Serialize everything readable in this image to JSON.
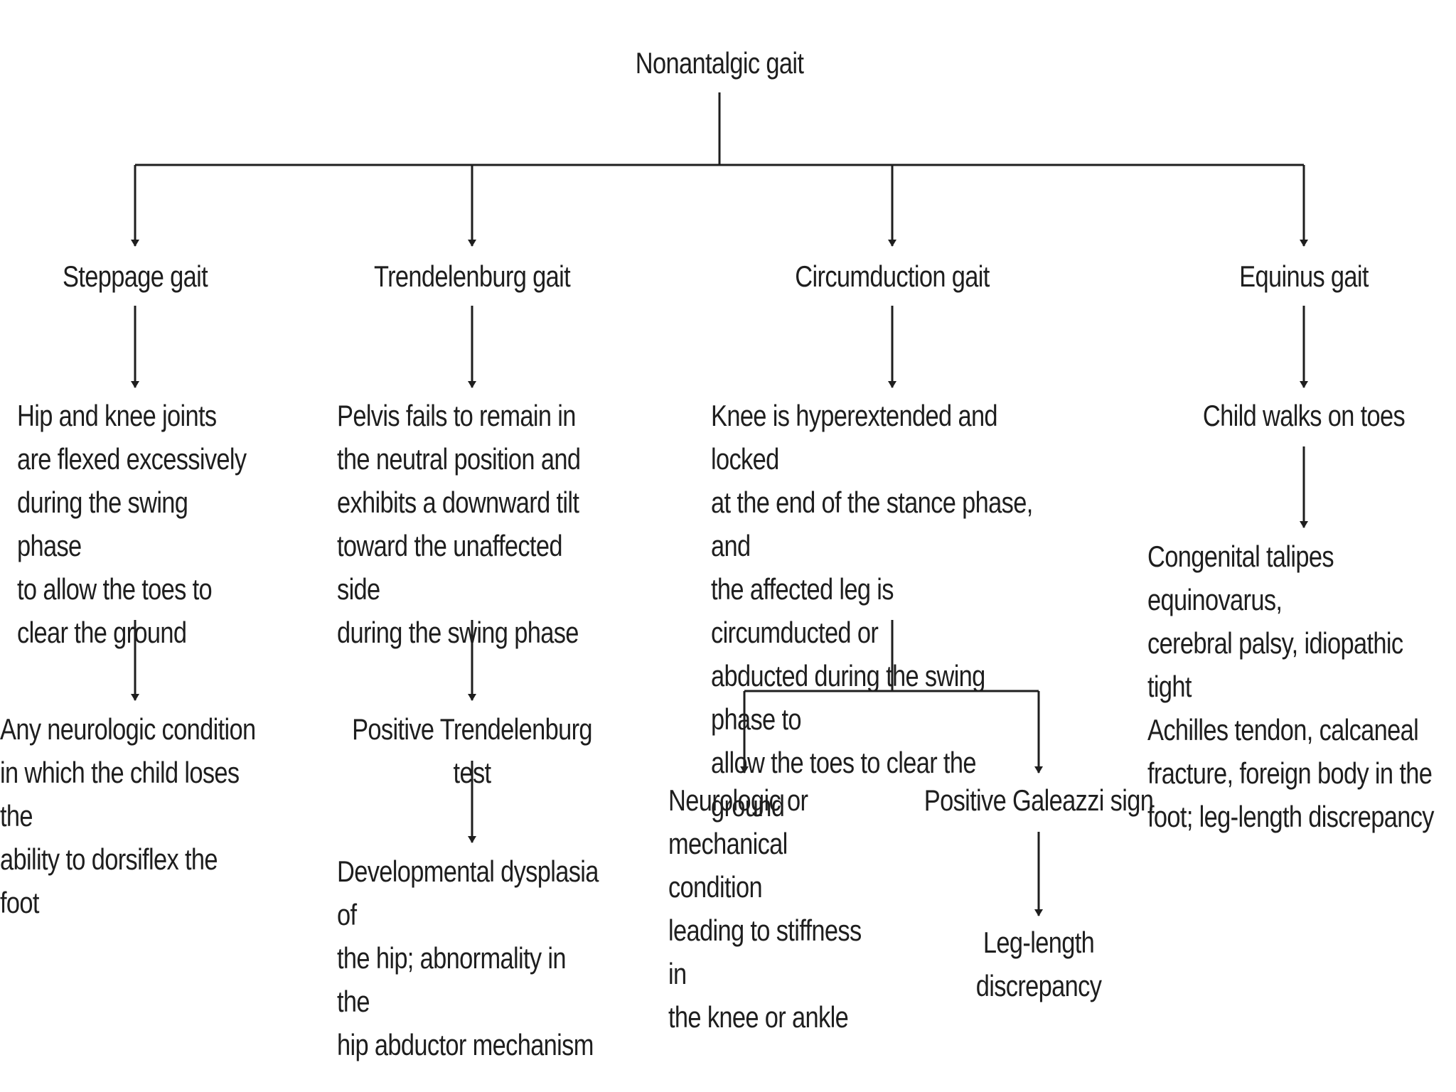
{
  "root": "Nonantalgic gait",
  "branches": [
    {
      "title": "Steppage gait",
      "description": "Hip and knee joints\nare flexed excessively\nduring the swing phase\nto allow the toes to\nclear the ground",
      "cause": "Any neurologic condition\nin which the child loses the\nability to dorsiflex the foot"
    },
    {
      "title": "Trendelenburg gait",
      "description": "Pelvis fails to remain in\nthe neutral position and\nexhibits a downward tilt\ntoward the unaffected side\nduring the swing phase",
      "test": "Positive Trendelenburg test",
      "cause": "Developmental dysplasia of\nthe hip; abnormality in the\nhip abductor mechanism"
    },
    {
      "title": "Circumduction gait",
      "description": "Knee is hyperextended and locked\nat the end of the stance phase, and\nthe affected leg is circumducted or\nabducted during the swing phase to\nallow the toes to clear the ground",
      "left_cause": "Neurologic or\nmechanical condition\nleading to stiffness in\nthe knee or ankle",
      "right_sign": "Positive Galeazzi sign",
      "right_cause": "Leg-length discrepancy"
    },
    {
      "title": "Equinus gait",
      "description": "Child walks on toes",
      "cause": "Congenital talipes equinovarus,\ncerebral palsy, idiopathic tight\nAchilles tendon, calcaneal\nfracture, foreign body in the\nfoot; leg-length discrepancy"
    }
  ],
  "colors": {
    "line": "#1e1e1e",
    "text": "#1e1e1e",
    "background": "#ffffff"
  }
}
